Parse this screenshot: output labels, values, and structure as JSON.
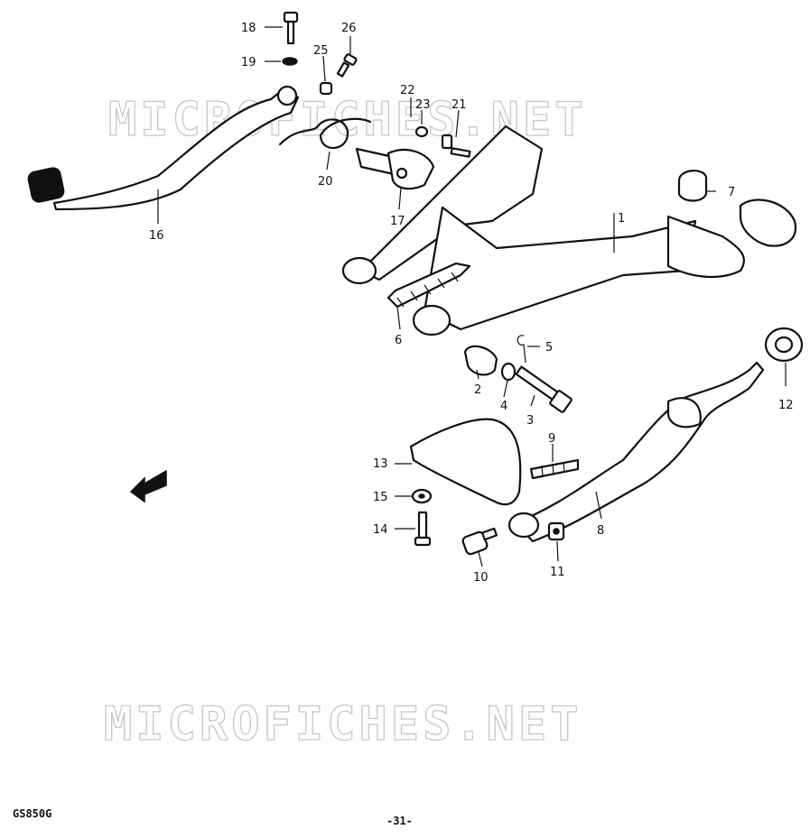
{
  "watermark": "MICROFICHES.NET",
  "model": "GS850G",
  "page_number": "-31-",
  "callouts": [
    "1",
    "2",
    "3",
    "4",
    "5",
    "6",
    "7",
    "8",
    "9",
    "10",
    "11",
    "12",
    "13",
    "14",
    "15",
    "16",
    "17",
    "18",
    "19",
    "20",
    "21",
    "22",
    "23",
    "25",
    "26"
  ]
}
